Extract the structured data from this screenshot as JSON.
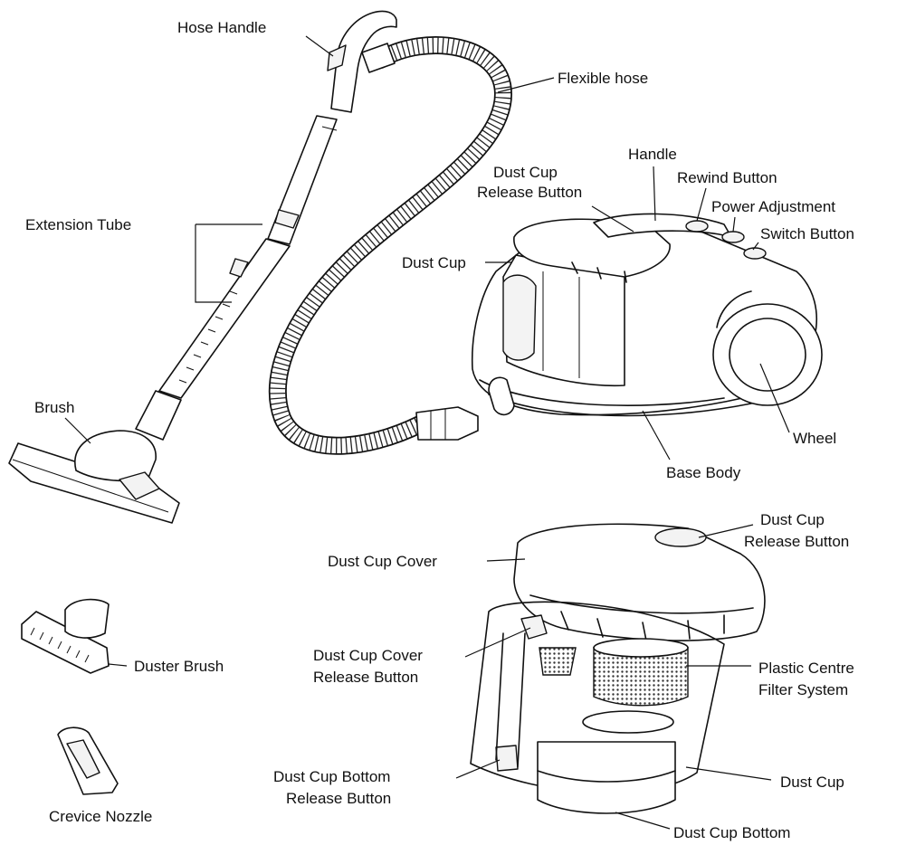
{
  "labels": {
    "hose_handle": "Hose Handle",
    "flexible_hose": "Flexible hose",
    "handle": "Handle",
    "dust_cup_release_button_top_line1": "Dust  Cup",
    "dust_cup_release_button_top_line2": "Release Button",
    "rewind_button": "Rewind Button",
    "power_adjustment": "Power Adjustment",
    "switch_button": "Switch Button",
    "extension_tube": "Extension Tube",
    "dust_cup_top": "Dust Cup",
    "brush": "Brush",
    "wheel": "Wheel",
    "base_body": "Base Body",
    "dust_cup_release_button_bottom_line1": "Dust  Cup",
    "dust_cup_release_button_bottom_line2": "Release Button",
    "dust_cup_cover": "Dust Cup Cover",
    "duster_brush": "Duster Brush",
    "dust_cup_cover_release_line1": "Dust Cup Cover",
    "dust_cup_cover_release_line2": "Release Button",
    "plastic_centre_line1": "Plastic Centre",
    "plastic_centre_line2": "Filter System",
    "dust_cup_bottom_release_line1": "Dust Cup Bottom",
    "dust_cup_bottom_release_line2": "Release Button",
    "dust_cup_lower": "Dust Cup",
    "crevice_nozzle": "Crevice Nozzle",
    "dust_cup_bottom": "Dust Cup Bottom"
  },
  "colors": {
    "ink": "#111111",
    "paper": "#ffffff"
  }
}
